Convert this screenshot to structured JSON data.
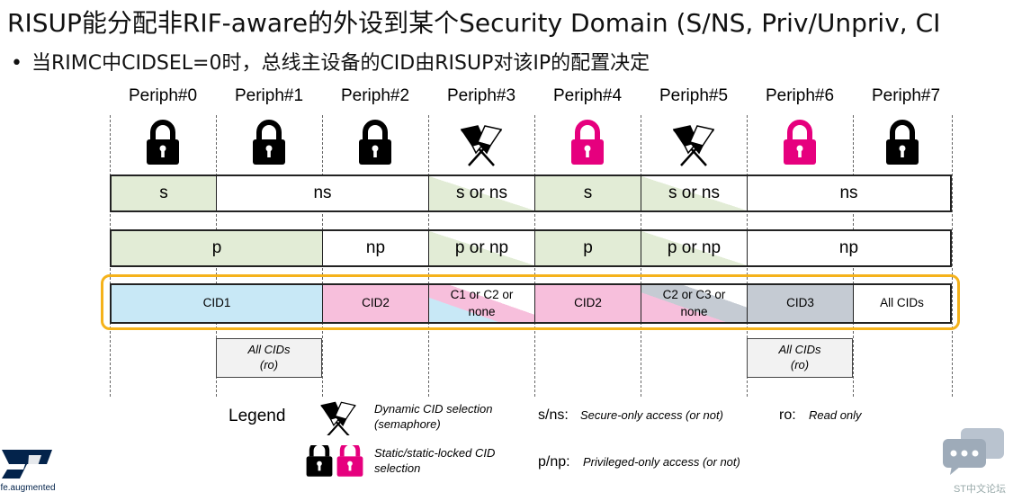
{
  "title": "RISUP能分配非RIF-aware的外设到某个Security Domain (S/NS, Priv/Unpriv, CI",
  "bullet": "当RIMC中CIDSEL=0时，总线主设备的CID由RISUP对该IP的配置决定",
  "bullet_marker": "•",
  "peripherals": [
    "Periph#0",
    "Periph#1",
    "Periph#2",
    "Periph#3",
    "Periph#4",
    "Periph#5",
    "Periph#6",
    "Periph#7"
  ],
  "row_secure": [
    "s",
    "ns",
    "s or ns",
    "s",
    "s or ns",
    "ns"
  ],
  "row_priv": [
    "p",
    "np",
    "p or np",
    "p",
    "p or np",
    "np"
  ],
  "row_cid": [
    "CID1",
    "CID2",
    "C1 or C2 or none",
    "CID2",
    "C2 or C3 or none",
    "CID3",
    "All CIDs"
  ],
  "ro_boxes": [
    "All CIDs (ro)",
    "All CIDs (ro)"
  ],
  "legend": {
    "label": "Legend",
    "dynamic": "Dynamic CID selection (semaphore)",
    "static": "Static/static-locked CID selection",
    "sns_key": "s/ns:",
    "sns_desc": "Secure-only access (or not)",
    "pnp_key": "p/np:",
    "pnp_desc": "Privileged-only access (or not)",
    "ro_key": "ro:",
    "ro_desc": "Read only"
  },
  "logo": {
    "text": "life.augmented"
  },
  "watermark": "ST中文论坛",
  "colors": {
    "green": "#e2ecd6",
    "blue": "#c8e8f6",
    "pink": "#f7bfdc",
    "grey": "#c5cbd3",
    "magenta": "#e6007e",
    "highlight": "#f5b21b",
    "st_blue": "#03234b"
  }
}
